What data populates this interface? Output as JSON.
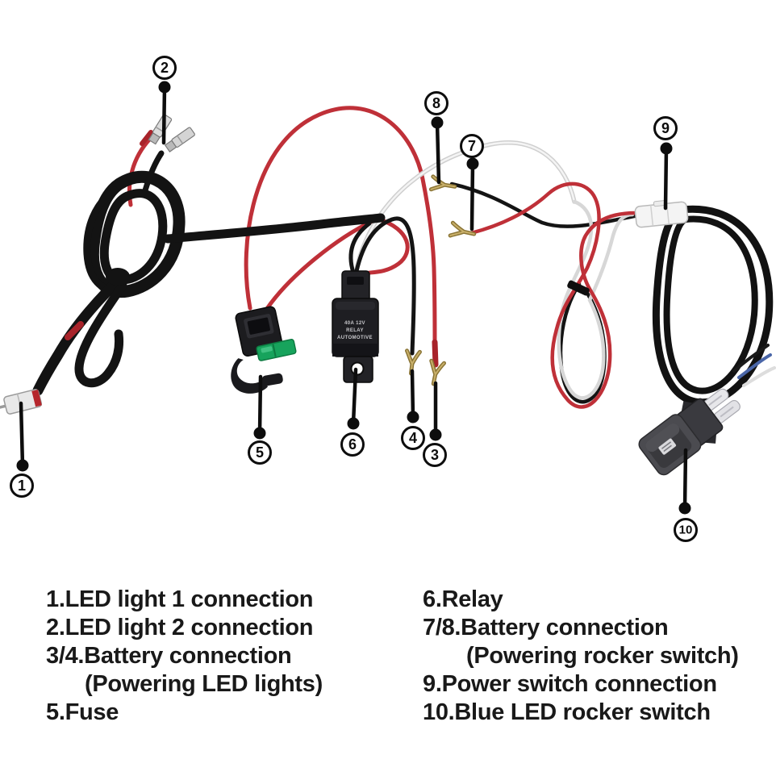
{
  "figure": {
    "kind": "LED light bar wiring harness diagram",
    "callouts": [
      "1",
      "2",
      "3",
      "4",
      "5",
      "6",
      "7",
      "8",
      "9",
      "10"
    ],
    "relay_label_lines": [
      "40A 12V",
      "RELAY",
      "AUTOMOTIVE"
    ]
  },
  "legend": {
    "left": [
      "1.LED light 1 connection",
      "2.LED light 2 connection",
      "3/4.Battery connection",
      "(Powering LED lights)",
      "5.Fuse"
    ],
    "right": [
      "6.Relay",
      "7/8.Battery connection",
      "(Powering rocker switch)",
      "9.Power switch connection",
      "10.Blue LED rocker switch"
    ]
  },
  "colors": {
    "wire_red": "#bf3038",
    "wire_red_dark": "#a8232a",
    "wire_black": "#141414",
    "wire_white": "#e9e9e9",
    "fuse_green": "#17a35c",
    "terminal_brass": "#a89045",
    "switch_gray": "#4b4b50",
    "background": "#ffffff"
  }
}
